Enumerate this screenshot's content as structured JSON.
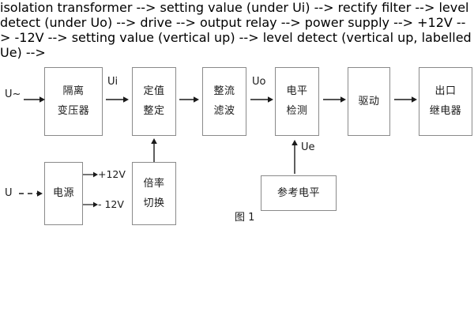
{
  "figure": {
    "caption": "图 1",
    "stroke_color": "#8a8a8a",
    "text_color": "#1a1a1a",
    "background": "#ffffff"
  },
  "blocks": {
    "isolation_transformer": {
      "line1": "隔离",
      "line2": "变压器"
    },
    "setting_value": {
      "line1": "定值",
      "line2": "整定"
    },
    "rectify_filter": {
      "line1": "整流",
      "line2": "滤波"
    },
    "level_detect": {
      "line1": "电平",
      "line2": "检测"
    },
    "drive": {
      "line1": "驱动"
    },
    "output_relay": {
      "line1": "出口",
      "line2": "继电器"
    },
    "power_supply": {
      "line1": "电源"
    },
    "multiplier_switch": {
      "line1": "倍率",
      "line2": "切换"
    },
    "reference_level": {
      "line1": "参考电平"
    }
  },
  "labels": {
    "input_ac": "U~",
    "input_dc": "U",
    "signal_ui": "Ui",
    "signal_uo": "Uo",
    "signal_ue": "Ue",
    "rail_positive": "+12V",
    "rail_negative": "- 12V"
  },
  "chart_data": {
    "type": "diagram",
    "title": "图 1",
    "nodes": [
      {
        "id": "isolation_transformer",
        "label": "隔离变压器",
        "row": "top",
        "order": 1
      },
      {
        "id": "setting_value",
        "label": "定值整定",
        "row": "top",
        "order": 2
      },
      {
        "id": "rectify_filter",
        "label": "整流滤波",
        "row": "top",
        "order": 3
      },
      {
        "id": "level_detect",
        "label": "电平检测",
        "row": "top",
        "order": 4
      },
      {
        "id": "drive",
        "label": "驱动",
        "row": "top",
        "order": 5
      },
      {
        "id": "output_relay",
        "label": "出口继电器",
        "row": "top",
        "order": 6
      },
      {
        "id": "power_supply",
        "label": "电源",
        "row": "bottom",
        "order": 1
      },
      {
        "id": "multiplier_switch",
        "label": "倍率切换",
        "row": "bottom",
        "order": 2
      },
      {
        "id": "reference_level",
        "label": "参考电平",
        "row": "bottom",
        "order": 3
      }
    ],
    "edges": [
      {
        "from": "U~",
        "to": "isolation_transformer",
        "label": "",
        "style": "solid"
      },
      {
        "from": "isolation_transformer",
        "to": "setting_value",
        "label": "Ui",
        "style": "solid"
      },
      {
        "from": "setting_value",
        "to": "rectify_filter",
        "label": "",
        "style": "solid"
      },
      {
        "from": "rectify_filter",
        "to": "level_detect",
        "label": "Uo",
        "style": "solid"
      },
      {
        "from": "level_detect",
        "to": "drive",
        "label": "",
        "style": "solid"
      },
      {
        "from": "drive",
        "to": "output_relay",
        "label": "",
        "style": "solid"
      },
      {
        "from": "U",
        "to": "power_supply",
        "label": "",
        "style": "dashed"
      },
      {
        "from": "power_supply",
        "to": "+12V",
        "label": "+12V",
        "style": "solid"
      },
      {
        "from": "power_supply",
        "to": "- 12V",
        "label": "- 12V",
        "style": "solid"
      },
      {
        "from": "multiplier_switch",
        "to": "setting_value",
        "label": "",
        "style": "solid"
      },
      {
        "from": "reference_level",
        "to": "level_detect",
        "label": "Ue",
        "style": "solid"
      }
    ]
  }
}
